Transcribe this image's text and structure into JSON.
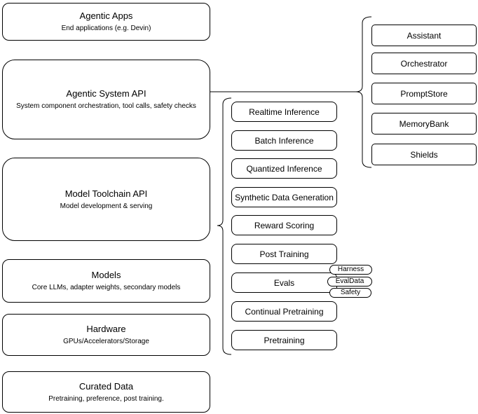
{
  "left_stack": [
    {
      "title": "Agentic Apps",
      "subtitle": "End applications (e.g. Devin)"
    },
    {
      "title": "Agentic System API",
      "subtitle": "System component orchestration, tool calls, safety checks"
    },
    {
      "title": "Model Toolchain API",
      "subtitle": "Model development & serving"
    },
    {
      "title": "Models",
      "subtitle": "Core LLMs, adapter weights, secondary models"
    },
    {
      "title": "Hardware",
      "subtitle": "GPUs/Accelerators/Storage"
    },
    {
      "title": "Curated Data",
      "subtitle": "Pretraining, preference, post training."
    }
  ],
  "toolchain_items": [
    "Realtime Inference",
    "Batch Inference",
    "Quantized Inference",
    "Synthetic Data Generation",
    "Reward Scoring",
    "Post Training",
    "Evals",
    "Continual Pretraining",
    "Pretraining"
  ],
  "evals_tags": [
    "Harness",
    "EvalData",
    "Safety"
  ],
  "system_components": [
    "Assistant",
    "Orchestrator",
    "PromptStore",
    "MemoryBank",
    "Shields"
  ],
  "colors": {
    "stroke": "#000000",
    "fill": "#ffffff"
  }
}
